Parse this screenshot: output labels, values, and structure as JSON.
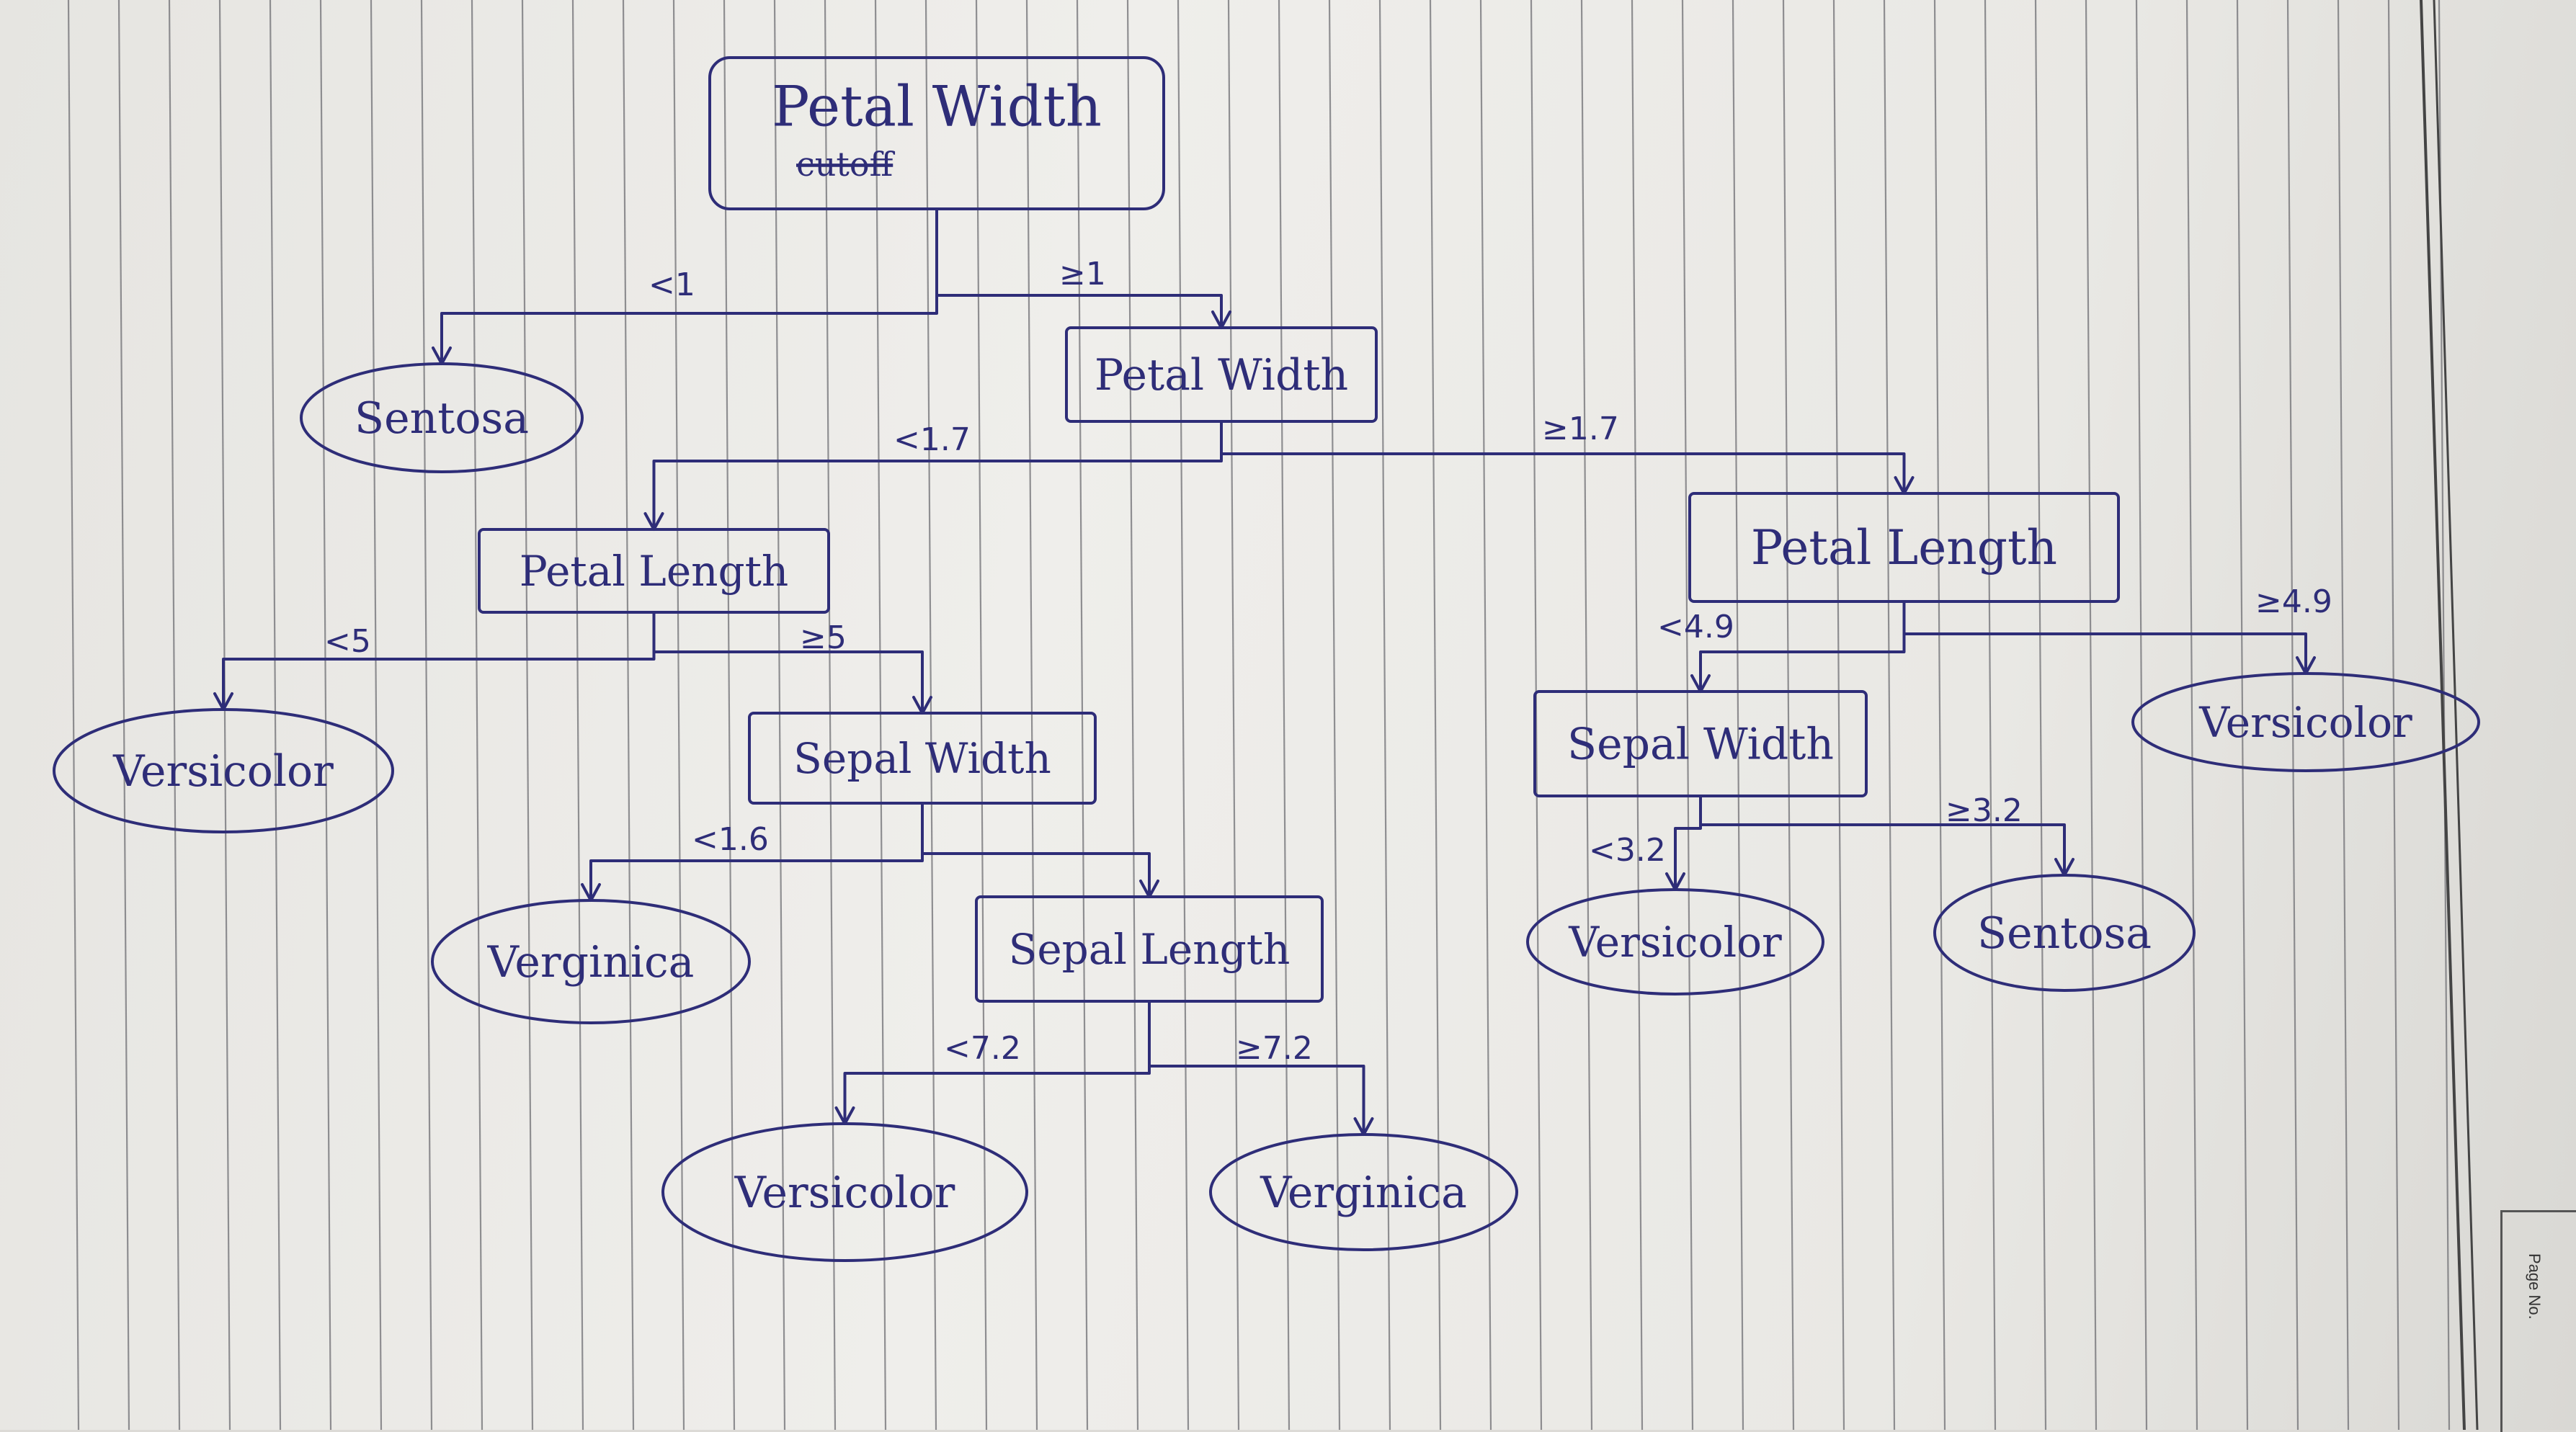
{
  "nodes": [
    {
      "id": "root",
      "label": "Petal Width",
      "sublabel": "cutoff",
      "kind": "decision"
    },
    {
      "id": "leaf-sentosa-1",
      "label": "Sentosa",
      "kind": "leaf"
    },
    {
      "id": "pw2",
      "label": "Petal Width",
      "kind": "decision"
    },
    {
      "id": "pl-left",
      "label": "Petal Length",
      "kind": "decision"
    },
    {
      "id": "pl-right",
      "label": "Petal Length",
      "kind": "decision"
    },
    {
      "id": "leaf-versicolor-1",
      "label": "Versicolor",
      "kind": "leaf"
    },
    {
      "id": "sw-left",
      "label": "Sepal Width",
      "kind": "decision"
    },
    {
      "id": "sw-right",
      "label": "Sepal Width",
      "kind": "decision"
    },
    {
      "id": "leaf-versicolor-2",
      "label": "Versicolor",
      "kind": "leaf"
    },
    {
      "id": "leaf-verginica-1",
      "label": "Verginica",
      "kind": "leaf"
    },
    {
      "id": "sl",
      "label": "Sepal Length",
      "kind": "decision"
    },
    {
      "id": "leaf-versicolor-3",
      "label": "Versicolor",
      "kind": "leaf"
    },
    {
      "id": "leaf-sentosa-2",
      "label": "Sentosa",
      "kind": "leaf"
    },
    {
      "id": "leaf-versicolor-4",
      "label": "Versicolor",
      "kind": "leaf"
    },
    {
      "id": "leaf-verginica-2",
      "label": "Verginica",
      "kind": "leaf"
    }
  ],
  "edges": [
    {
      "from": "root",
      "to": "leaf-sentosa-1",
      "label": "<1"
    },
    {
      "from": "root",
      "to": "pw2",
      "label": "≥1"
    },
    {
      "from": "pw2",
      "to": "pl-left",
      "label": "<1.7"
    },
    {
      "from": "pw2",
      "to": "pl-right",
      "label": "≥1.7"
    },
    {
      "from": "pl-left",
      "to": "leaf-versicolor-1",
      "label": "<5"
    },
    {
      "from": "pl-left",
      "to": "sw-left",
      "label": "≥5"
    },
    {
      "from": "pl-right",
      "to": "sw-right",
      "label": "<4.9"
    },
    {
      "from": "pl-right",
      "to": "leaf-versicolor-2",
      "label": "≥4.9"
    },
    {
      "from": "sw-left",
      "to": "leaf-verginica-1",
      "label": "<1.6"
    },
    {
      "from": "sw-left",
      "to": "sl",
      "label": ""
    },
    {
      "from": "sw-right",
      "to": "leaf-versicolor-3",
      "label": "<3.2"
    },
    {
      "from": "sw-right",
      "to": "leaf-sentosa-2",
      "label": "≥3.2"
    },
    {
      "from": "sl",
      "to": "leaf-versicolor-4",
      "label": "<7.2"
    },
    {
      "from": "sl",
      "to": "leaf-verginica-2",
      "label": "≥7.2"
    }
  ],
  "footer": {
    "page_no_label": "Page No."
  },
  "colors": {
    "ink": "#2e2d78",
    "paper": "#ecebe7",
    "rule": "#6f6f74"
  }
}
